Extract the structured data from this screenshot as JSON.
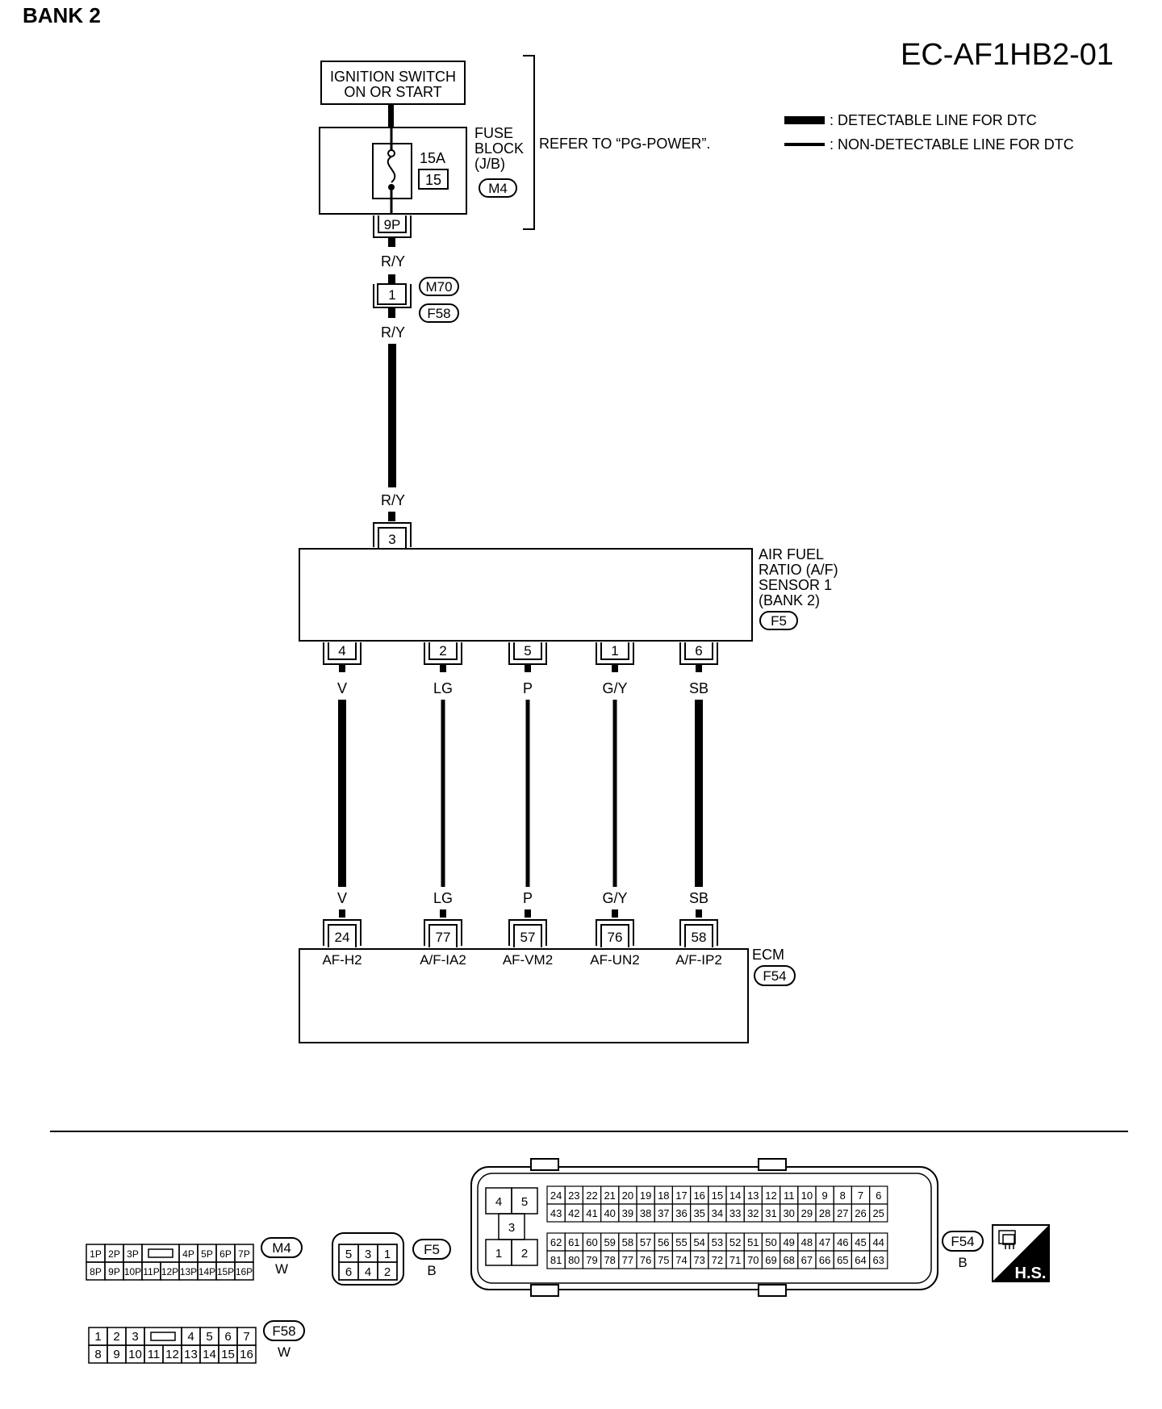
{
  "header": {
    "bank_label": "BANK 2",
    "diagram_code": "EC-AF1HB2-01"
  },
  "legend": {
    "detectable": ": DETECTABLE LINE FOR DTC",
    "non_detectable": ": NON-DETECTABLE LINE FOR DTC"
  },
  "power": {
    "ignition_line1": "IGNITION SWITCH",
    "ignition_line2": "ON OR START",
    "fuse_line1": "FUSE",
    "fuse_line2": "BLOCK",
    "fuse_line3": "(J/B)",
    "fuse_rating": "15A",
    "fuse_number": "15",
    "fuse_connector": "M4",
    "fuse_pin": "9P",
    "refer_text": "REFER TO “PG-POWER”.",
    "wire_color": "R/Y",
    "joint_pin": "1",
    "joint_connector_top": "M70",
    "joint_connector_bottom": "F58"
  },
  "sensor": {
    "name_line1": "AIR FUEL",
    "name_line2": "RATIO (A/F)",
    "name_line3": "SENSOR 1",
    "name_line4": "(BANK 2)",
    "connector": "F5",
    "power_pin": "3"
  },
  "wires": [
    {
      "sensor_pin": "4",
      "color": "V",
      "ecm_pin": "24",
      "ecm_label": "AF-H2",
      "detectable": true
    },
    {
      "sensor_pin": "2",
      "color": "LG",
      "ecm_pin": "77",
      "ecm_label": "A/F-IA2",
      "detectable": false
    },
    {
      "sensor_pin": "5",
      "color": "P",
      "ecm_pin": "57",
      "ecm_label": "AF-VM2",
      "detectable": false
    },
    {
      "sensor_pin": "1",
      "color": "G/Y",
      "ecm_pin": "76",
      "ecm_label": "AF-UN2",
      "detectable": false
    },
    {
      "sensor_pin": "6",
      "color": "SB",
      "ecm_pin": "58",
      "ecm_label": "A/F-IP2",
      "detectable": true
    }
  ],
  "ecm": {
    "name": "ECM",
    "connector": "F54"
  },
  "connectors": {
    "m4": {
      "id": "M4",
      "color": "W",
      "row1": [
        "1P",
        "2P",
        "3P",
        "",
        "4P",
        "5P",
        "6P",
        "7P"
      ],
      "row2": [
        "8P",
        "9P",
        "10P",
        "11P",
        "12P",
        "13P",
        "14P",
        "15P",
        "16P"
      ]
    },
    "f58": {
      "id": "F58",
      "color": "W",
      "row1": [
        "1",
        "2",
        "3",
        "",
        "4",
        "5",
        "6",
        "7"
      ],
      "row2": [
        "8",
        "9",
        "10",
        "11",
        "12",
        "13",
        "14",
        "15",
        "16"
      ]
    },
    "f5": {
      "id": "F5",
      "color": "B",
      "row1": [
        "5",
        "3",
        "1"
      ],
      "row2": [
        "6",
        "4",
        "2"
      ]
    },
    "f54": {
      "id": "F54",
      "color": "B",
      "left_top": [
        "4",
        "5"
      ],
      "left_mid": "3",
      "left_bottom": [
        "1",
        "2"
      ],
      "row1": [
        "24",
        "23",
        "22",
        "21",
        "20",
        "19",
        "18",
        "17",
        "16",
        "15",
        "14",
        "13",
        "12",
        "11",
        "10",
        "9",
        "8",
        "7",
        "6"
      ],
      "row2": [
        "43",
        "42",
        "41",
        "40",
        "39",
        "38",
        "37",
        "36",
        "35",
        "34",
        "33",
        "32",
        "31",
        "30",
        "29",
        "28",
        "27",
        "26",
        "25"
      ],
      "row3": [
        "62",
        "61",
        "60",
        "59",
        "58",
        "57",
        "56",
        "55",
        "54",
        "53",
        "52",
        "51",
        "50",
        "49",
        "48",
        "47",
        "46",
        "45",
        "44"
      ],
      "row4": [
        "81",
        "80",
        "79",
        "78",
        "77",
        "76",
        "75",
        "74",
        "73",
        "72",
        "71",
        "70",
        "69",
        "68",
        "67",
        "66",
        "65",
        "64",
        "63"
      ]
    },
    "hs_label": "H.S."
  }
}
